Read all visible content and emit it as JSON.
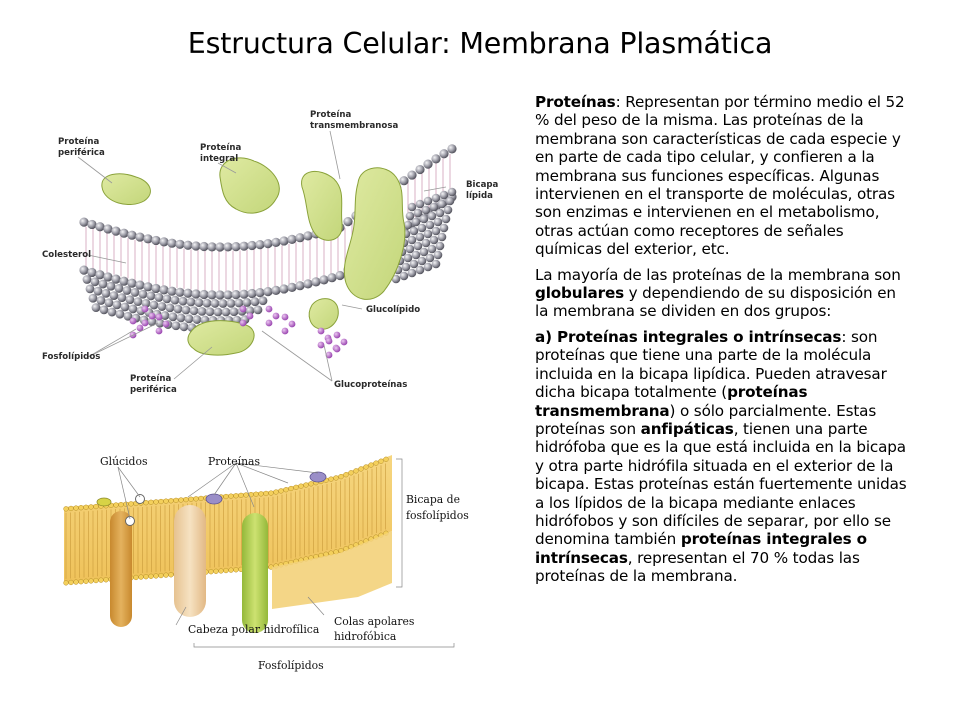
{
  "title": "Estructura Celular: Membrana Plasmática",
  "paragraph1": {
    "term": "Proteínas",
    "text": ": Representan por término medio el 52  % del peso de la misma. Las proteínas de la membrana son características de cada especie y en parte de cada tipo celular, y confieren a la membrana sus funciones específicas. Algunas intervienen en el transporte de moléculas, otras son enzimas e intervienen en el metabolismo, otras actúan como receptores de señales químicas del exterior, etc."
  },
  "paragraph2": {
    "before": "La mayoría de las proteínas de la membrana son ",
    "bold": "globulares",
    "after": " y dependiendo de su disposición en la membrana se dividen en dos grupos:"
  },
  "paragraph3": {
    "heading": "a) Proteínas integrales o intrínsecas",
    "t1": ": son proteínas que tiene una parte de la molécula incluida en la bicapa lipídica. Pueden atravesar dicha bicapa totalmente (",
    "b1": "proteínas transmembrana",
    "t2": ") o sólo parcialmente. Estas proteínas son ",
    "b2": "anfipáticas",
    "t3": ", tienen una parte hidrófoba que es la que está incluida en la bicapa y otra parte hidrófila situada en el exterior de la bicapa. Estas proteínas están fuertemente unidas a los lípidos de la bicapa mediante enlaces hidrófobos y son difíciles de separar, por ello se denomina también ",
    "b3": "proteínas integrales o intrínsecas",
    "t4": ", representan el 70 % todas las proteínas de la membrana."
  },
  "figure1": {
    "labels": {
      "peripheral_top": [
        "Proteína",
        "periférica"
      ],
      "integral": [
        "Proteína",
        "integral"
      ],
      "transmembrane": [
        "Proteína",
        "transmembranosa"
      ],
      "bilayer": [
        "Bicapa",
        "lípida"
      ],
      "cholesterol": "Colesterol",
      "phospholipids": "Fosfolípidos",
      "glycolipid": "Glucolípido",
      "glycoproteins": "Glucoproteínas",
      "peripheral_bottom": [
        "Proteína",
        "periférica"
      ]
    }
  },
  "figure2": {
    "labels": {
      "glucids": "Glúcidos",
      "proteins": "Proteínas",
      "bilayer": [
        "Bicapa de",
        "fosfolípidos"
      ],
      "polar_head": "Cabeza polar hidrofílica",
      "tails": [
        "Colas apolares",
        "hidrofóbica"
      ],
      "phospholipids": "Fosfolípidos"
    }
  },
  "colors": {
    "protein_green": "#cfe08a",
    "protein_outline": "#8aa23a",
    "sphere_gray": "#9c9ca6",
    "sugar_purple": "#b874c8",
    "membrane_tan": "#f2c76a",
    "protein_orange": "#d9a24a",
    "protein_lime": "#b5d24a"
  }
}
